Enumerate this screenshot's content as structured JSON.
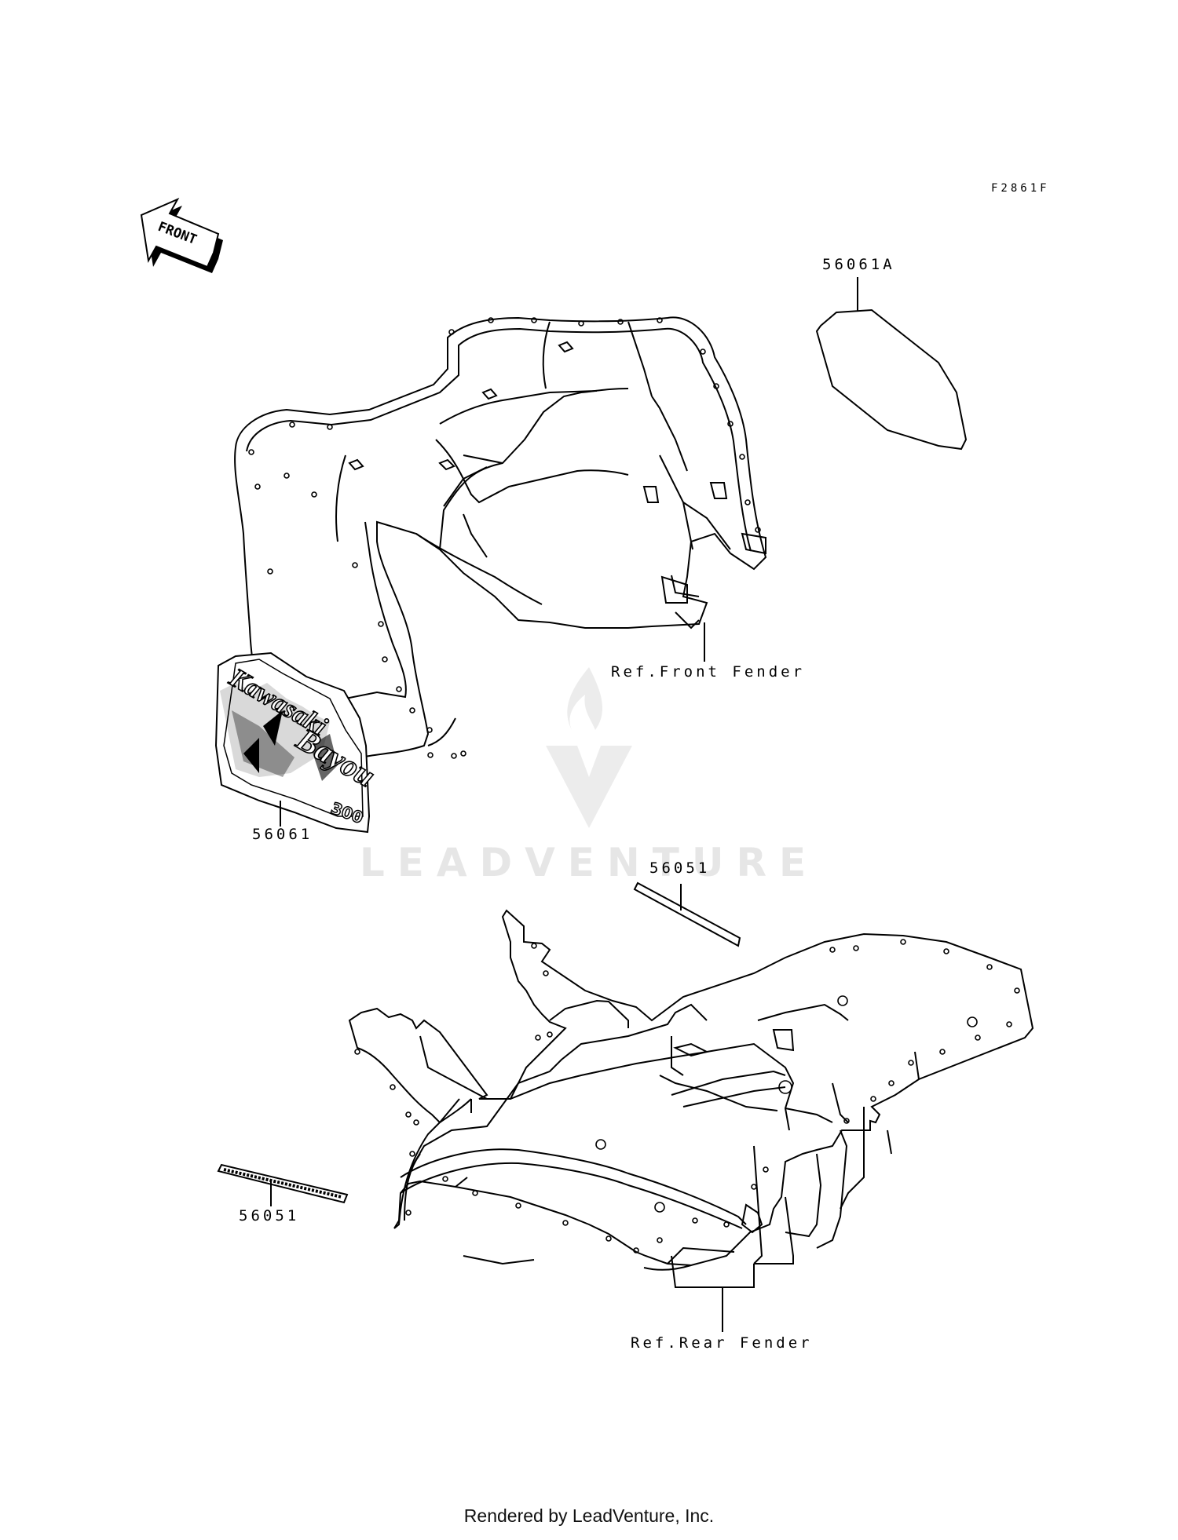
{
  "diagram_code": "F2861F",
  "front_arrow_label": "FRONT",
  "watermark": {
    "text": "LEADVENTURE"
  },
  "labels": {
    "part_56061A": "56061A",
    "ref_front_fender": "Ref.Front Fender",
    "part_56061": "56061",
    "part_56051_top": "56051",
    "part_56051_left": "56051",
    "ref_rear_fender": "Ref.Rear Fender"
  },
  "decal_text": {
    "brand": "Kawasaki",
    "model": "Bayou",
    "number": "300"
  },
  "footer": "Rendered by LeadVenture, Inc.",
  "colors": {
    "line": "#000000",
    "watermark": "#e6e6e6",
    "background": "#ffffff"
  }
}
